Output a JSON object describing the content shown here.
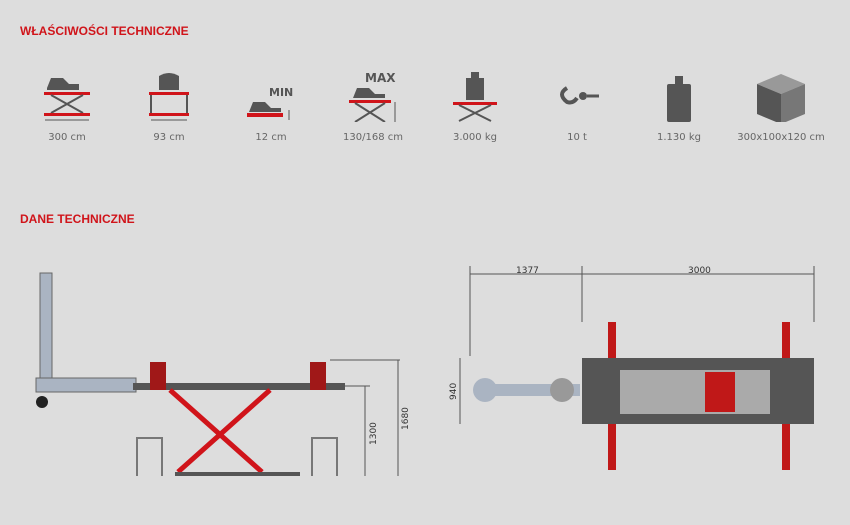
{
  "headings": {
    "properties": "WŁAŚCIWOŚCI TECHNICZNE",
    "technical": "DANE TECHNICZNE"
  },
  "specs": [
    {
      "icon": "lift-length-icon",
      "label": "300 cm"
    },
    {
      "icon": "lift-width-icon",
      "label": "93 cm"
    },
    {
      "icon": "min-height-icon",
      "label": "12 cm",
      "badge": "MIN"
    },
    {
      "icon": "max-height-icon",
      "label": "130/168 cm",
      "badge": "MAX"
    },
    {
      "icon": "lift-capacity-icon",
      "label": "3.000 kg"
    },
    {
      "icon": "pull-force-hook-icon",
      "label": "10 t"
    },
    {
      "icon": "weight-icon",
      "label": "1.130 kg"
    },
    {
      "icon": "package-box-icon",
      "label": "300x100x120 cm"
    }
  ],
  "drawing": {
    "side": {
      "h1": "1300",
      "h2": "1680"
    },
    "top": {
      "w1": "1377",
      "w2": "3000",
      "d": "940"
    }
  },
  "colors": {
    "accent": "#d0141a",
    "dark": "#555555"
  }
}
